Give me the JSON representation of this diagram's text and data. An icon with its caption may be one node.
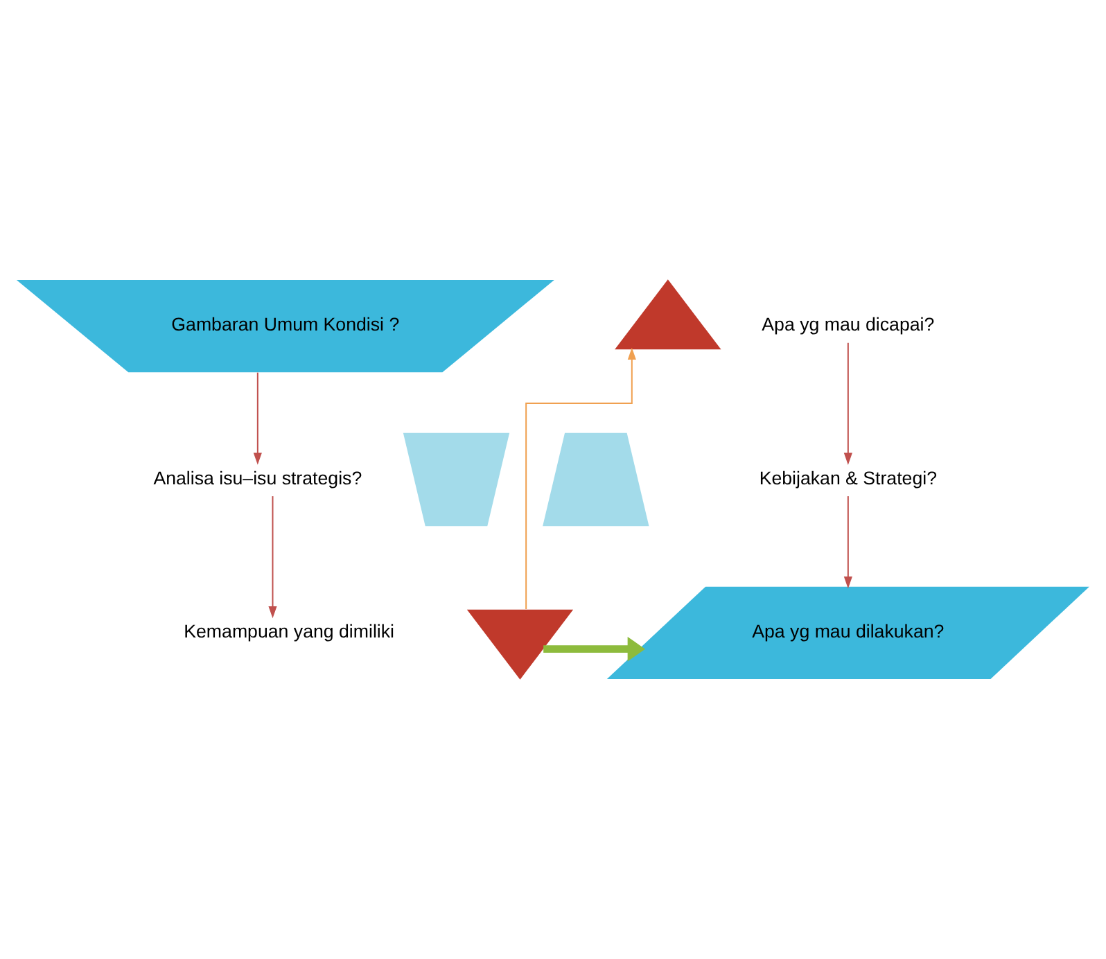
{
  "diagram": {
    "nodes": [
      {
        "text": [
          "Gambaran Umum Kondisi ?"
        ]
      },
      {
        "text": [],
        "shape": "triangle"
      },
      {
        "text": [
          "Apa yg mau dicapai?"
        ]
      },
      {
        "text": [],
        "shape": "trapezoid"
      },
      {
        "text": [
          "Analisa isu–isu strategis?"
        ]
      },
      {
        "text": [],
        "shape": "trapezoid"
      },
      {
        "text": [
          "Kebijakan & Strategi?"
        ]
      },
      {
        "text": [],
        "shape": "triangle"
      },
      {
        "text": [
          "Kemampuan yang dimiliki"
        ]
      },
      {
        "text": [
          "Apa yg mau dilakukan?"
        ]
      }
    ],
    "edges": [
      {
        "from": 0,
        "to": 4,
        "arrow": "to"
      },
      {
        "from": 2,
        "to": 6,
        "arrow": "to"
      },
      {
        "from": 4,
        "to": 8,
        "arrow": "to"
      },
      {
        "from": 6,
        "to": 9,
        "arrow": "to"
      },
      {
        "from": 7,
        "to": 1,
        "arrow": "to",
        "color": "#f0a050"
      },
      {
        "from": 7,
        "to": 9,
        "arrow": "to",
        "style": "thick",
        "color": "#8dbb3c"
      }
    ]
  }
}
